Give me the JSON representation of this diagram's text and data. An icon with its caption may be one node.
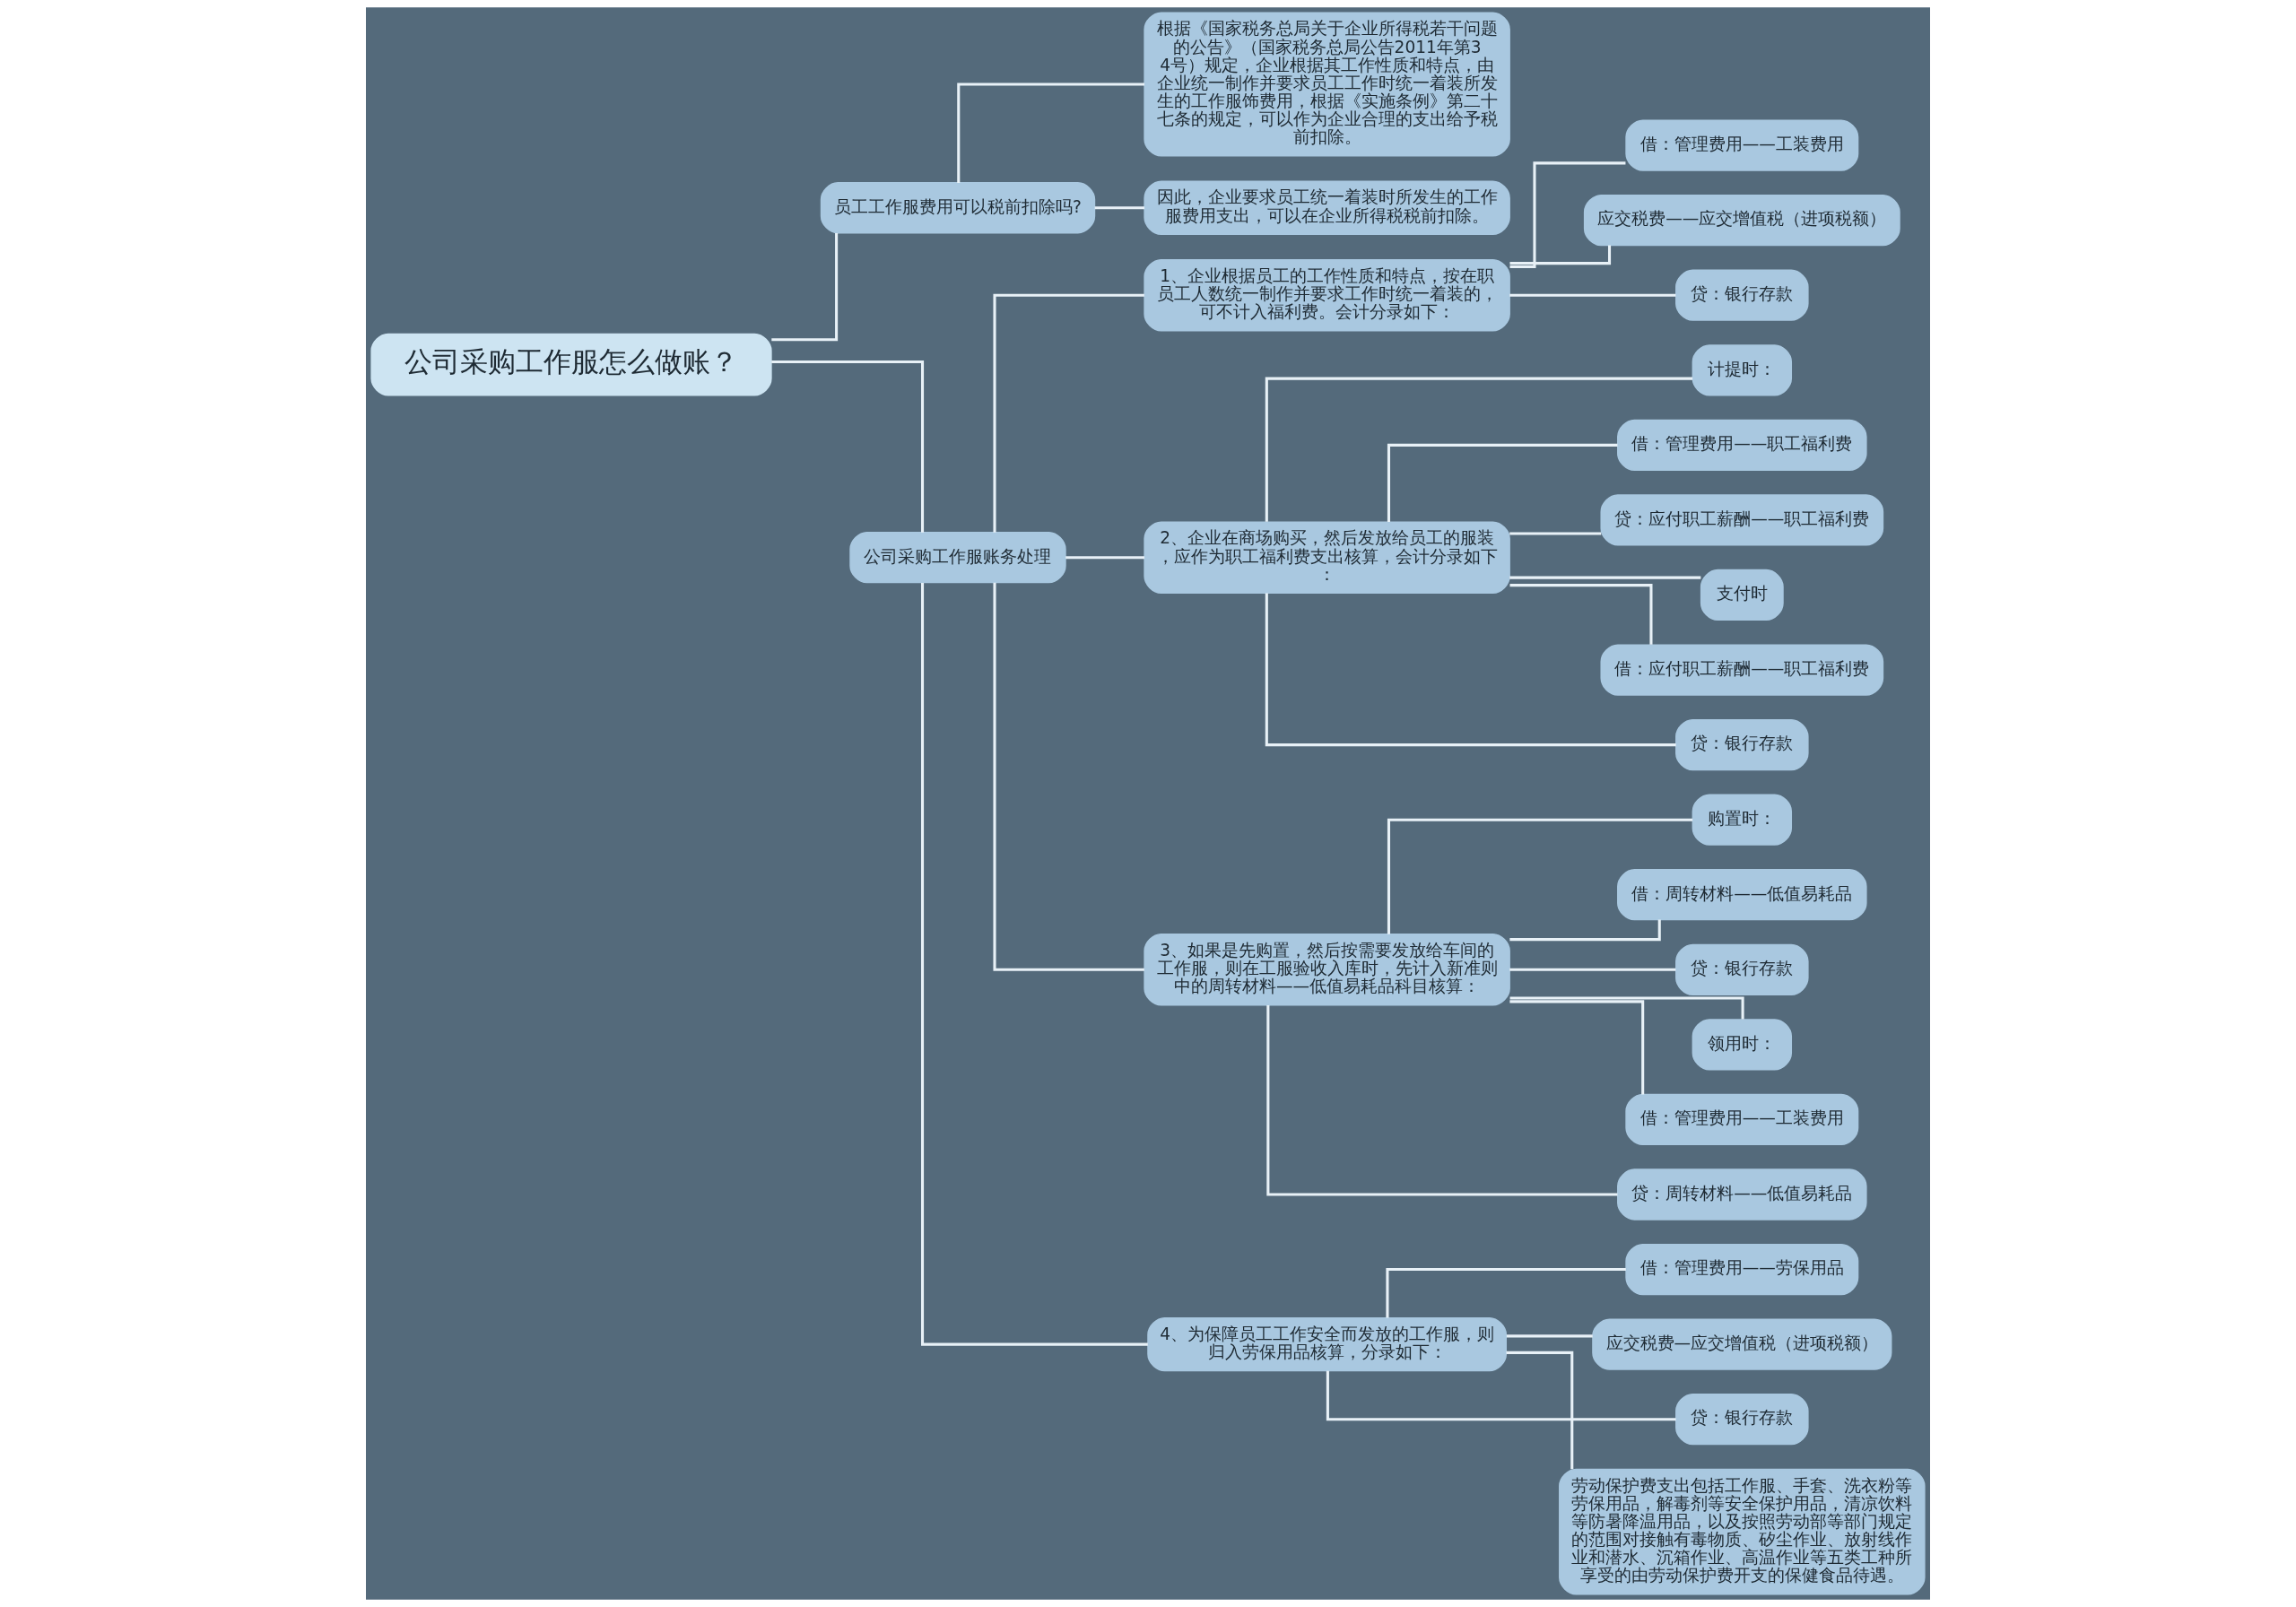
{
  "diagram": {
    "nodes": [
      {
        "text": [
          "公司采购工作服怎么做账？"
        ]
      },
      {
        "text": [
          "员工工作服费用可以税前扣除吗?"
        ]
      },
      {
        "text": [
          "根据《国家税务总局关于企业所得税若干问题的公告》（国家税务总局公告2011年第34号）规定，企业根据其工作性质和特点，由企业统一制作并要求员工工作时统一着装所发生的工作服饰费用，根据《实施条例》第二十七条的规定，可以作为企业合理的支出给予税前扣除。"
        ]
      },
      {
        "text": [
          "因此，企业要求员工统一着装时所发生的工作服费用支出，可以在企业所得税税前扣除。"
        ]
      },
      {
        "text": [
          "公司采购工作服账务处理"
        ]
      },
      {
        "text": [
          "1、企业根据员工的工作性质和特点，按在职员工人数统一制作并要求工作时统一着装的，可不计入福利费。会计分录如下："
        ]
      },
      {
        "text": [
          "借：管理费用——工装费用"
        ]
      },
      {
        "text": [
          "应交税费——应交增值税（进项税额）"
        ]
      },
      {
        "text": [
          "贷：银行存款"
        ]
      },
      {
        "text": [
          "2、企业在商场购买，然后发放给员工的服装，应作为职工福利费支出核算，会计分录如下："
        ]
      },
      {
        "text": [
          "计提时："
        ]
      },
      {
        "text": [
          "借：管理费用——职工福利费"
        ]
      },
      {
        "text": [
          "贷：应付职工薪酬——职工福利费"
        ]
      },
      {
        "text": [
          "支付时"
        ]
      },
      {
        "text": [
          "借：应付职工薪酬——职工福利费"
        ]
      },
      {
        "text": [
          "贷：银行存款"
        ]
      },
      {
        "text": [
          "3、如果是先购置，然后按需要发放给车间的工作服，则在工服验收入库时，先计入新准则中的周转材料——低值易耗品科目核算："
        ]
      },
      {
        "text": [
          "购置时："
        ]
      },
      {
        "text": [
          "借：周转材料——低值易耗品"
        ]
      },
      {
        "text": [
          "贷：银行存款"
        ]
      },
      {
        "text": [
          "领用时："
        ]
      },
      {
        "text": [
          "借：管理费用——工装费用"
        ]
      },
      {
        "text": [
          "贷：周转材料——低值易耗品"
        ]
      },
      {
        "text": [
          "4、为保障员工工作安全而发放的工作服，则归入劳保用品核算，分录如下："
        ]
      },
      {
        "text": [
          "借：管理费用——劳保用品"
        ]
      },
      {
        "text": [
          "应交税费—应交增值税（进项税额）"
        ]
      },
      {
        "text": [
          "贷：银行存款"
        ]
      },
      {
        "text": [
          "劳动保护费支出包括工作服、手套、洗衣粉等劳保用品，解毒剂等安全保护用品，清凉饮料等防暑降温用品，以及按照劳动部等部门规定的范围对接触有毒物质、矽尘作业、放射线作业和潜水、沉箱作业、高温作业等五类工种所享受的由劳动保护费开支的保健食品待遇。"
        ]
      }
    ],
    "edges": [
      {
        "from": 0,
        "to": 1,
        "arrow": "none"
      },
      {
        "from": 1,
        "to": 2,
        "arrow": "none"
      },
      {
        "from": 1,
        "to": 3,
        "arrow": "none"
      },
      {
        "from": 0,
        "to": 4,
        "arrow": "none"
      },
      {
        "from": 4,
        "to": 5,
        "arrow": "none"
      },
      {
        "from": 5,
        "to": 6,
        "arrow": "none"
      },
      {
        "from": 5,
        "to": 7,
        "arrow": "none"
      },
      {
        "from": 5,
        "to": 8,
        "arrow": "none"
      },
      {
        "from": 4,
        "to": 9,
        "arrow": "none"
      },
      {
        "from": 9,
        "to": 10,
        "arrow": "none"
      },
      {
        "from": 9,
        "to": 11,
        "arrow": "none"
      },
      {
        "from": 9,
        "to": 12,
        "arrow": "none"
      },
      {
        "from": 9,
        "to": 13,
        "arrow": "none"
      },
      {
        "from": 9,
        "to": 14,
        "arrow": "none"
      },
      {
        "from": 9,
        "to": 15,
        "arrow": "none"
      },
      {
        "from": 4,
        "to": 16,
        "arrow": "none"
      },
      {
        "from": 16,
        "to": 17,
        "arrow": "none"
      },
      {
        "from": 16,
        "to": 18,
        "arrow": "none"
      },
      {
        "from": 16,
        "to": 19,
        "arrow": "none"
      },
      {
        "from": 16,
        "to": 20,
        "arrow": "none"
      },
      {
        "from": 16,
        "to": 21,
        "arrow": "none"
      },
      {
        "from": 16,
        "to": 22,
        "arrow": "none"
      },
      {
        "from": 4,
        "to": 23,
        "arrow": "none"
      },
      {
        "from": 23,
        "to": 24,
        "arrow": "none"
      },
      {
        "from": 23,
        "to": 25,
        "arrow": "none"
      },
      {
        "from": 23,
        "to": 26,
        "arrow": "none"
      },
      {
        "from": 23,
        "to": 27,
        "arrow": "none"
      }
    ]
  }
}
